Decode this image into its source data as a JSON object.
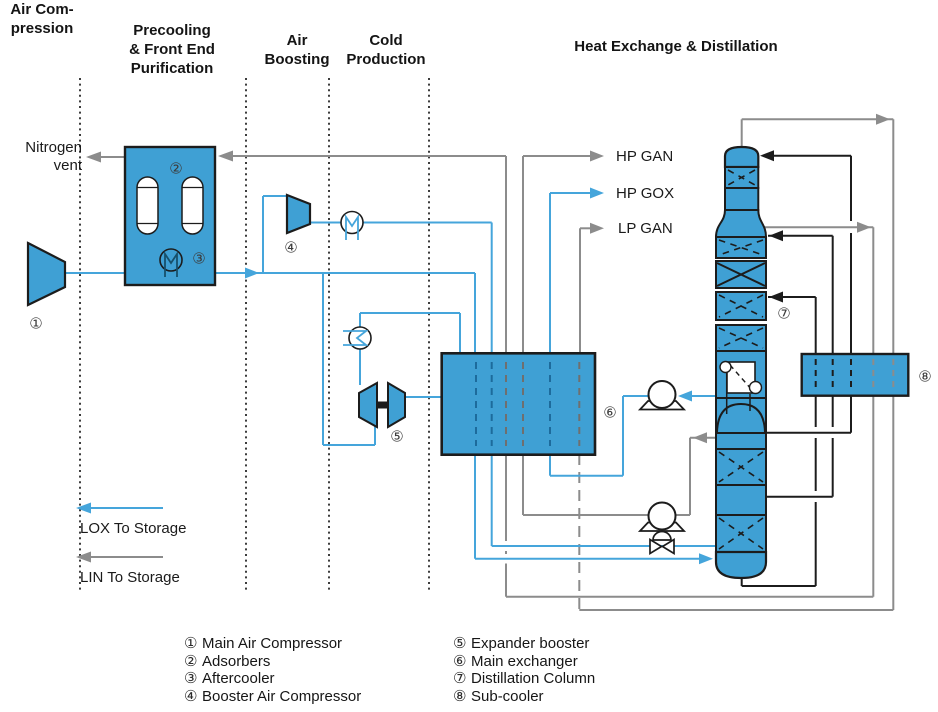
{
  "headers": [
    {
      "lines": [
        "Air Com-",
        "pression"
      ]
    },
    {
      "lines": [
        "Precooling",
        "& Front End",
        "Purification"
      ]
    },
    {
      "lines": [
        "Air",
        "Boosting"
      ]
    },
    {
      "lines": [
        "Cold",
        "Production"
      ]
    },
    {
      "lines": [
        "Heat Exchange & Distillation"
      ]
    }
  ],
  "stream_labels": {
    "nitrogen_vent_line1": "Nitrogen",
    "nitrogen_vent_line2": "vent",
    "hp_gan": "HP GAN",
    "hp_gox": "HP GOX",
    "lp_gan": "LP GAN",
    "lox_storage": "LOX To Storage",
    "lin_storage": "LIN To Storage"
  },
  "annotations": [
    {
      "num": "①"
    },
    {
      "num": "②"
    },
    {
      "num": "③"
    },
    {
      "num": "④"
    },
    {
      "num": "⑤"
    },
    {
      "num": "⑥"
    },
    {
      "num": "⑦"
    },
    {
      "num": "⑧"
    }
  ],
  "legend": {
    "items": [
      {
        "num": "①",
        "label": "Main Air Compressor"
      },
      {
        "num": "②",
        "label": "Adsorbers"
      },
      {
        "num": "③",
        "label": "Aftercooler"
      },
      {
        "num": "④",
        "label": "Booster Air Compressor"
      },
      {
        "num": "⑤",
        "label": "Expander booster"
      },
      {
        "num": "⑥",
        "label": "Main exchanger"
      },
      {
        "num": "⑦",
        "label": "Distillation Column"
      },
      {
        "num": "⑧",
        "label": "Sub-cooler"
      }
    ]
  },
  "colors": {
    "equipment_blue": "#3FA0D4",
    "blue_line": "#45A5DB",
    "gray_line": "#8C8C8C",
    "dark_line": "#1C1C1C",
    "text": "#1A1A1A"
  },
  "icons": {
    "main-air-compressor-icon": "trapezoid",
    "adsorber-icon": "box-with-twin-vessels",
    "aftercooler-icon": "circle-with-M",
    "booster-air-compressor-icon": "trapezoid",
    "expander-booster-icon": "dual-trapezoid-on-shaft",
    "main-exchanger-icon": "box-with-dashed-streams",
    "distillation-column-icon": "packed-column",
    "sub-cooler-icon": "box-with-dashed-streams",
    "pump-icon": "circle-on-base",
    "jt-valve-icon": "bowtie-valve"
  }
}
